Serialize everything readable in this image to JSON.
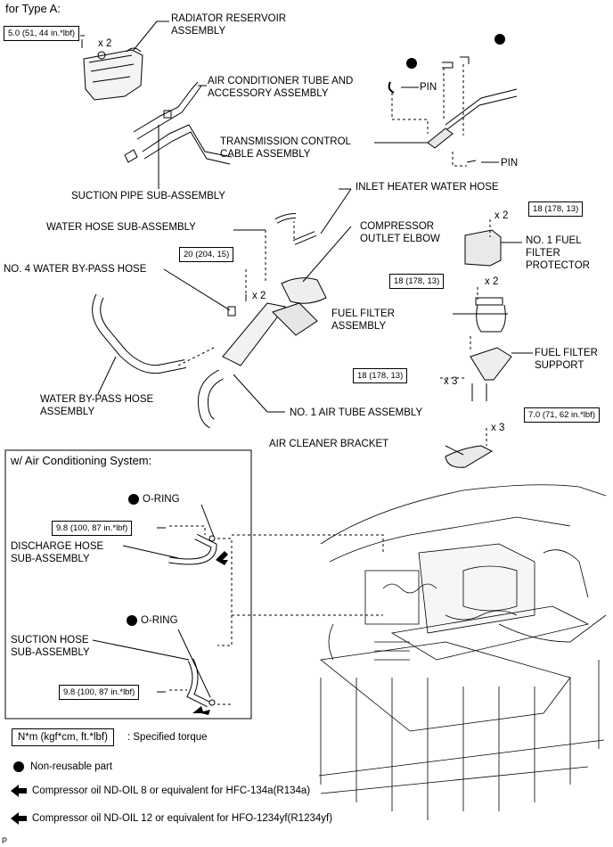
{
  "header": {
    "type_label": "for Type A:"
  },
  "labels": {
    "radiator_reservoir": "RADIATOR RESERVOIR\nASSEMBLY",
    "ac_tube": "AIR CONDITIONER TUBE AND\nACCESSORY ASSEMBLY",
    "pin_top": "PIN",
    "transmission_cable": "TRANSMISSION CONTROL\nCABLE ASSEMBLY",
    "pin_bottom": "PIN",
    "suction_pipe": "SUCTION PIPE SUB-ASSEMBLY",
    "inlet_heater_hose": "INLET HEATER WATER HOSE",
    "water_hose_sub": "WATER HOSE SUB-ASSEMBLY",
    "compressor_outlet_elbow": "COMPRESSOR\nOUTLET ELBOW",
    "no1_fuel_filter_protector": "NO. 1 FUEL\nFILTER\nPROTECTOR",
    "no4_water_bypass": "NO. 4 WATER BY-PASS HOSE",
    "fuel_filter_assembly": "FUEL FILTER\nASSEMBLY",
    "fuel_filter_support": "FUEL FILTER\nSUPPORT",
    "water_bypass_assembly": "WATER BY-PASS HOSE\nASSEMBLY",
    "no1_air_tube": "NO. 1 AIR TUBE ASSEMBLY",
    "air_cleaner_bracket": "AIR CLEANER BRACKET"
  },
  "torques": {
    "radiator": "5.0 (51, 44 in.*lbf)",
    "fuel_protector": "18 (178, 13)",
    "bypass_20": "20 (204, 15)",
    "fuel_filter": "18 (178, 13)",
    "fuel_support": "18 (178, 13)",
    "air_cleaner": "7.0 (71, 62 in.*lbf)",
    "discharge": "9.8 (100, 87 in.*lbf)",
    "suction": "9.8 (100, 87 in.*lbf)"
  },
  "quantities": {
    "radiator": "x 2",
    "fuel_protector": "x 2",
    "bypass_20": "x 2",
    "fuel_filter": "x 2",
    "fuel_support": "x 3",
    "air_cleaner": "x 3"
  },
  "ac_section": {
    "title": "w/ Air Conditioning System:",
    "o_ring_1": "O-RING",
    "discharge_hose": "DISCHARGE HOSE\nSUB-ASSEMBLY",
    "o_ring_2": "O-RING",
    "suction_hose": "SUCTION HOSE\nSUB-ASSEMBLY"
  },
  "legend": {
    "torque_box": "N*m (kgf*cm, ft.*lbf)",
    "torque_desc": ": Specified torque",
    "non_reusable": "Non-reusable part",
    "oil_134a": "Compressor oil ND-OIL 8 or equivalent for HFC-134a(R134a)",
    "oil_1234yf": "Compressor oil ND-OIL 12 or equivalent for HFO-1234yf(R1234yf)"
  },
  "footer": {
    "page_marker": "P"
  },
  "colors": {
    "ink": "#000000",
    "paper": "#ffffff"
  }
}
